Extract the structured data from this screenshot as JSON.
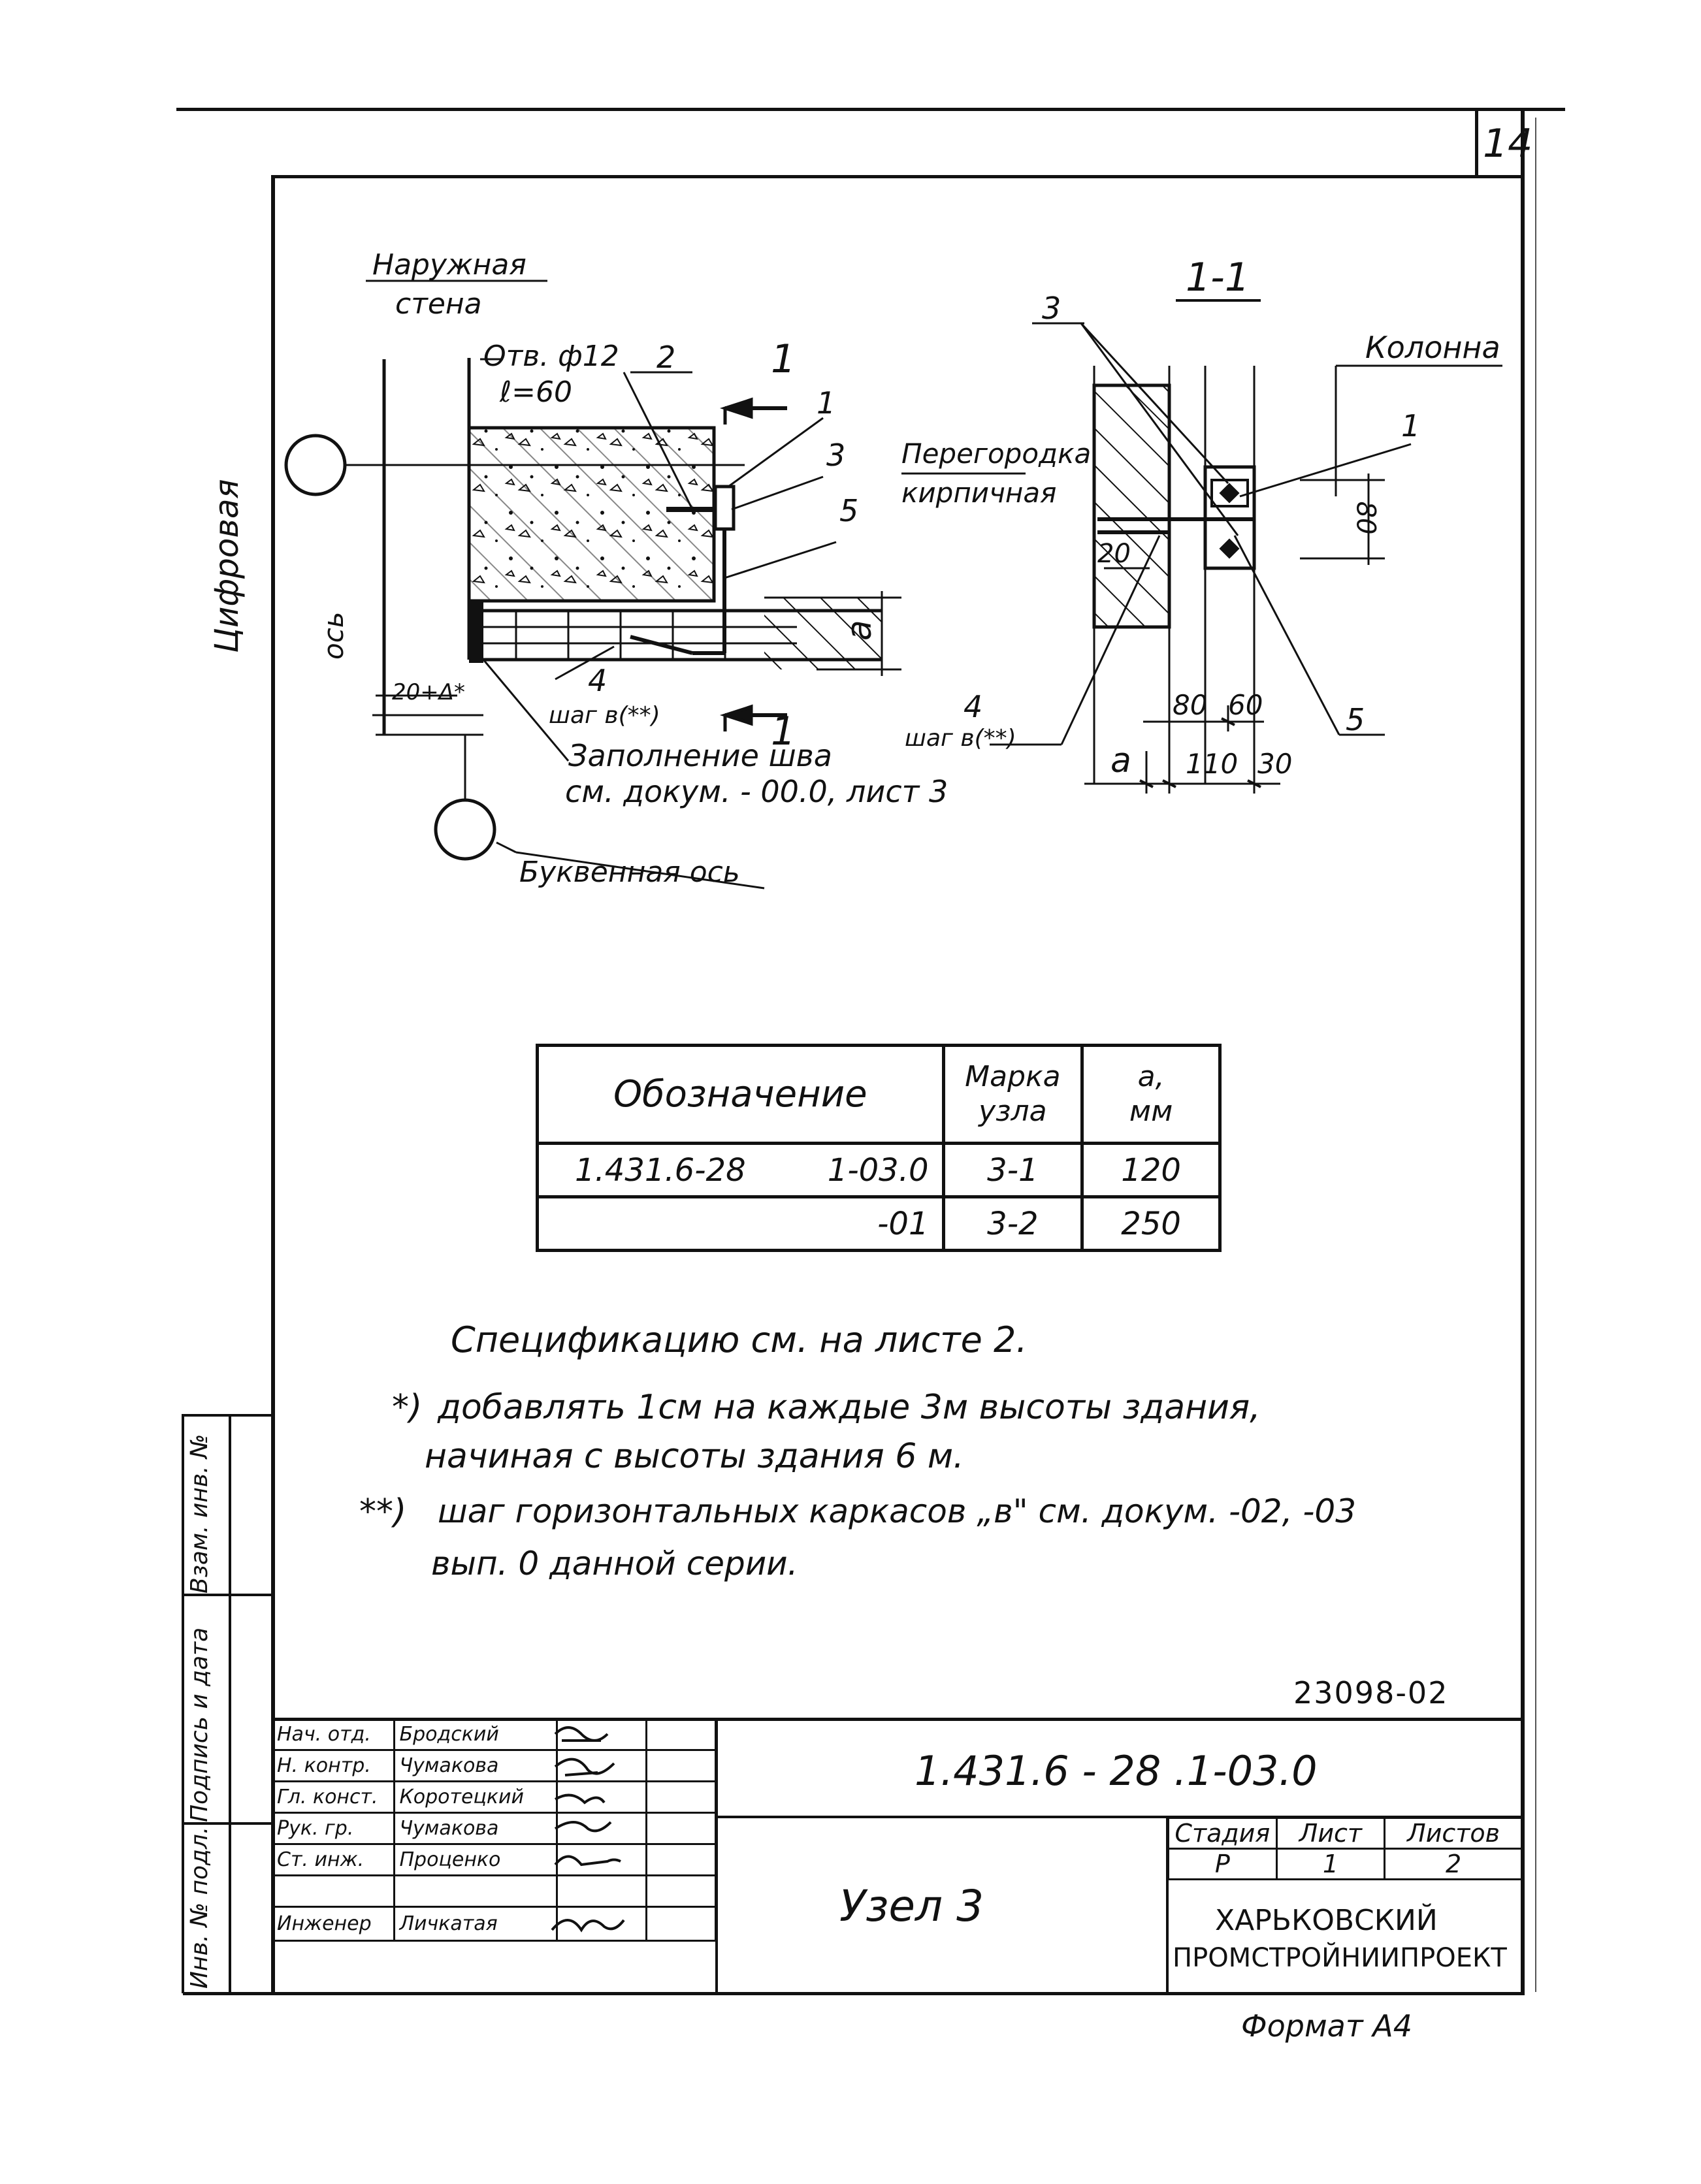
{
  "sheet": {
    "page_number": "14",
    "format_label": "Формат А4",
    "archive_number": "23098-02"
  },
  "drawing": {
    "plan": {
      "label_outer_wall_1": "Наружная",
      "label_outer_wall_2": "стена",
      "label_hole_1": "Отв. ф12",
      "label_hole_2": "ℓ=60",
      "callout_1": "1",
      "callout_2": "2",
      "callout_3": "3",
      "callout_4": "4",
      "callout_5": "5",
      "step_label": "шаг в(**)",
      "dim_a": "a",
      "dim_gap": "20+Δ*",
      "section_mark": "1",
      "seam_label_1": "Заполнение шва",
      "seam_label_2": "см. докум. - 00.0, лист 3",
      "digital_axis_1": "Цифровая",
      "digital_axis_2": "ось",
      "letter_axis": "Буквенная ось"
    },
    "section": {
      "title": "1-1",
      "callout_3": "3",
      "label_column": "Колонна",
      "callout_1": "1",
      "label_partition_1": "Перегородка",
      "label_partition_2": "кирпичная",
      "dim_80_v": "80",
      "dim_20": "20",
      "callout_4": "4",
      "step_label": "шаг в(**)",
      "dim_80": "80",
      "dim_60": "60",
      "callout_5": "5",
      "dim_a": "a",
      "dim_110": "110",
      "dim_30": "30"
    }
  },
  "spec_table": {
    "headers": [
      "Обозначение",
      "Марка узла",
      "a, мм"
    ],
    "header_mark_1": "Марка",
    "header_mark_2": "узла",
    "header_a_1": "a,",
    "header_a_2": "мм",
    "rows": [
      {
        "designation_main": "1.431.6-28",
        "designation_suffix": "1-03.0",
        "mark": "3-1",
        "a": "120"
      },
      {
        "designation_main": "",
        "designation_suffix": "-01",
        "mark": "3-2",
        "a": "250"
      }
    ]
  },
  "notes": {
    "spec_ref": "Спецификацию см. на листе 2.",
    "note1_marker": "*)",
    "note1_line1": "добавлять 1см на каждые 3м высоты здания,",
    "note1_line2": "начиная с высоты здания 6 м.",
    "note2_marker": "**)",
    "note2_line1": "шаг горизонтальных каркасов „в\" см. докум. -02, -03",
    "note2_line2": "вып. 0 данной серии."
  },
  "side_stamp": {
    "col1": "Взам. инв. №",
    "col2": "Подпись и дата",
    "col3": "Инв. № подл."
  },
  "title_block": {
    "document_code": "1.431.6 - 28 .1-03.0",
    "sheet_title": "Узел 3",
    "stage_header": "Стадия",
    "sheet_header": "Лист",
    "sheets_header": "Листов",
    "stage": "Р",
    "sheet": "1",
    "sheets": "2",
    "org_line1": "ХАРЬКОВСКИЙ",
    "org_line2": "ПРОМСТРОЙНИИПРОЕКТ",
    "signatures": [
      {
        "role": "Нач. отд.",
        "name": "Бродский"
      },
      {
        "role": "Н. контр.",
        "name": "Чумакова"
      },
      {
        "role": "Гл. конст.",
        "name": "Коротецкий"
      },
      {
        "role": "Рук. гр.",
        "name": "Чумакова"
      },
      {
        "role": "Ст. инж.",
        "name": "Проценко"
      },
      {
        "role": "",
        "name": ""
      },
      {
        "role": "Инженер",
        "name": "Личкатая"
      }
    ]
  },
  "colors": {
    "ink": "#111111",
    "paper": "#ffffff"
  }
}
